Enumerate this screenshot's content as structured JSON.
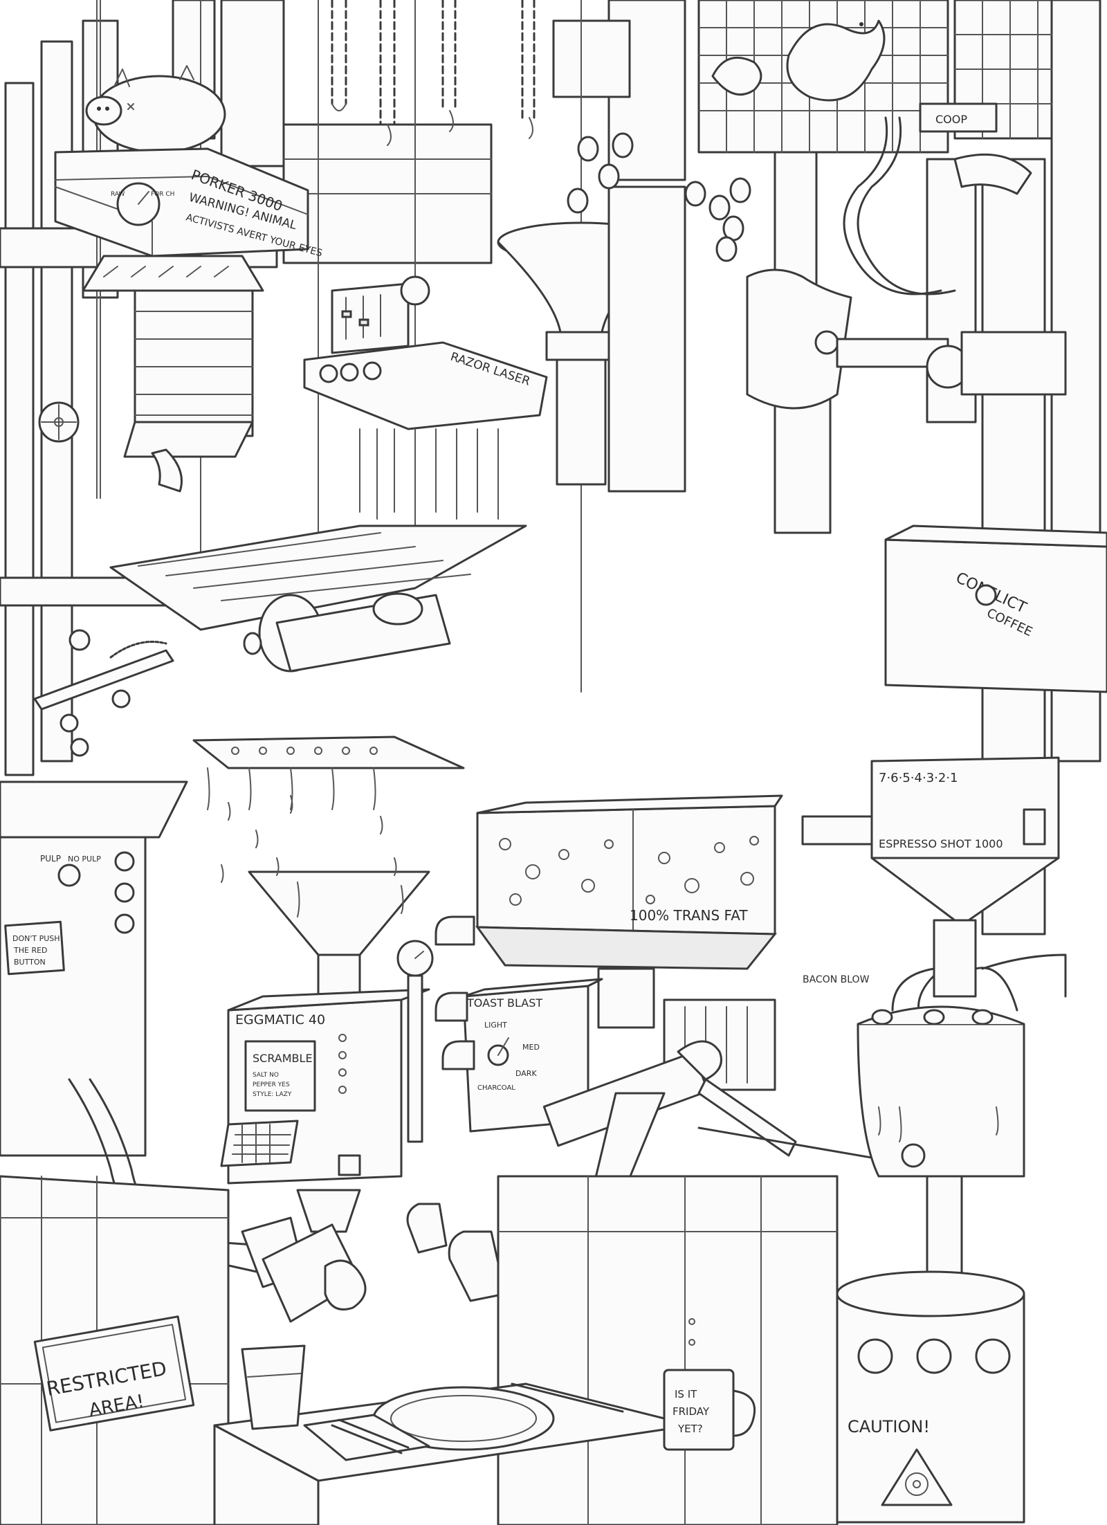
{
  "signs": {
    "porker": "PORKER 3000",
    "porker_gauge_left": "RAW",
    "porker_gauge_right": "FOR CH",
    "porker_warning_1": "WARNING! ANIMAL",
    "porker_warning_2": "ACTIVISTS AVERT YOUR EYES",
    "razor_laser": "RAZOR LASER",
    "conflict_coffee_1": "CONFLICT",
    "conflict_coffee_2": "COFFEE",
    "countdown": "7·6·5·4·3·2·1",
    "espresso": "ESPRESSO SHOT 1000",
    "trans_fat": "100% TRANS FAT",
    "bacon_blow": "BACON BLOW",
    "toast_blast": "TOAST BLAST",
    "toast_light": "LIGHT",
    "toast_med": "MED",
    "toast_dark": "DARK",
    "toast_charcoal": "CHARCOAL",
    "eggmatic": "EGGMATIC 40",
    "scramble": "SCRAMBLE",
    "scramble_detail_1": "SALT NO",
    "scramble_detail_2": "PEPPER YES",
    "scramble_detail_3": "STYLE: LAZY",
    "pulp_label": "PULP",
    "nopulp_label": "NO PULP",
    "red_button_1": "DON'T PUSH",
    "red_button_2": "THE RED",
    "red_button_3": "BUTTON",
    "restricted_1": "RESTRICTED",
    "restricted_2": "AREA!",
    "mug_1": "IS IT",
    "mug_2": "FRIDAY",
    "mug_3": "YET?",
    "caution": "CAUTION!",
    "coop": "COOP"
  },
  "icons": {
    "biohazard": "biohazard-icon",
    "pig": "pig-icon",
    "chicken": "chicken-icon"
  },
  "colors": {
    "ink": "#3a3a3a",
    "paper": "#ffffff"
  }
}
